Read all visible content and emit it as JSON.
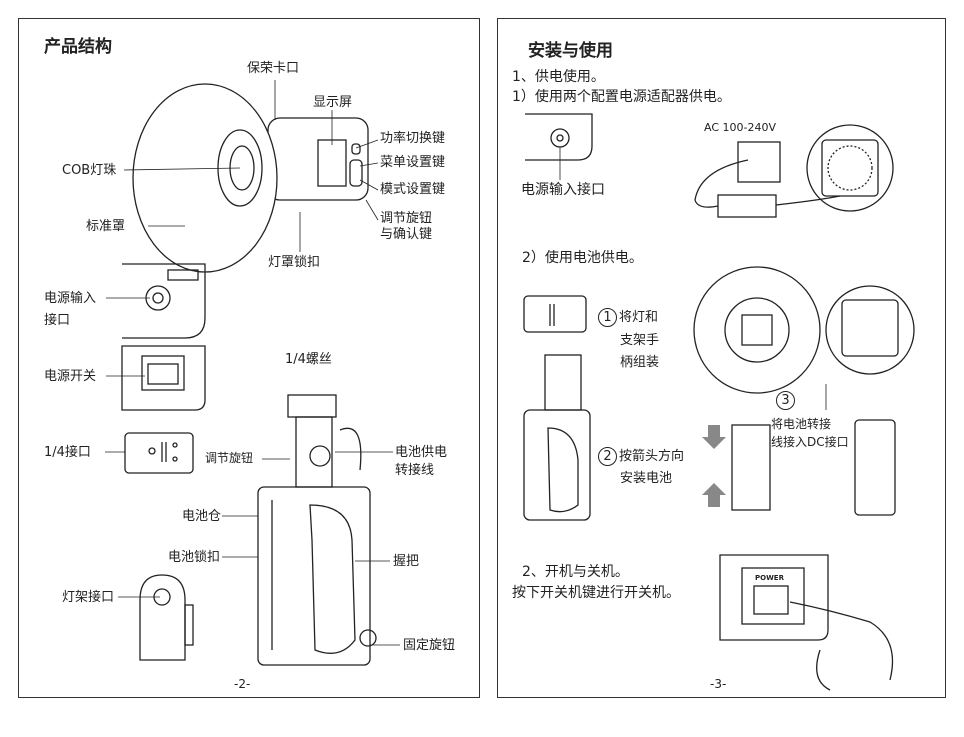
{
  "left_page": {
    "title": "产品结构",
    "labels": {
      "bayonet": "保荣卡口",
      "display": "显示屏",
      "power_switch_key": "功率切换键",
      "menu_key": "菜单设置键",
      "mode_key": "模式设置键",
      "knob_1": "调节旋钮",
      "knob_2": "与确认键",
      "cob": "COB灯珠",
      "reflector": "标准罩",
      "shade_lock": "灯罩锁扣",
      "power_input_1": "电源输入",
      "power_input_2": "接口",
      "power_switch": "电源开关",
      "screw": "1/4螺丝",
      "quarter_port": "1/4接口",
      "adjust_knob": "调节旋钮",
      "battery_cable_1": "电池供电",
      "battery_cable_2": "转接线",
      "battery_bay": "电池仓",
      "battery_lock": "电池锁扣",
      "grip": "握把",
      "stand_port": "灯架接口",
      "fix_knob": "固定旋钮"
    },
    "page_number": "-2-"
  },
  "right_page": {
    "title": "安装与使用",
    "s1": "1、供电使用。",
    "s1_1": "1）使用两个配置电源适配器供电。",
    "ac": "AC 100-240V",
    "power_input": "电源输入接口",
    "s1_2": "2）使用电池供电。",
    "step1_num": "1",
    "step1": [
      "将灯和",
      "支架手",
      "柄组装"
    ],
    "step2_num": "2",
    "step2": [
      "按箭头方向",
      "安装电池"
    ],
    "step3_num": "3",
    "step3": [
      "将电池转接",
      "线接入DC接口"
    ],
    "s2": "2、开机与关机。",
    "s2_text": "按下开关机键进行开关机。",
    "power_label": "POWER",
    "page_number": "-3-"
  }
}
